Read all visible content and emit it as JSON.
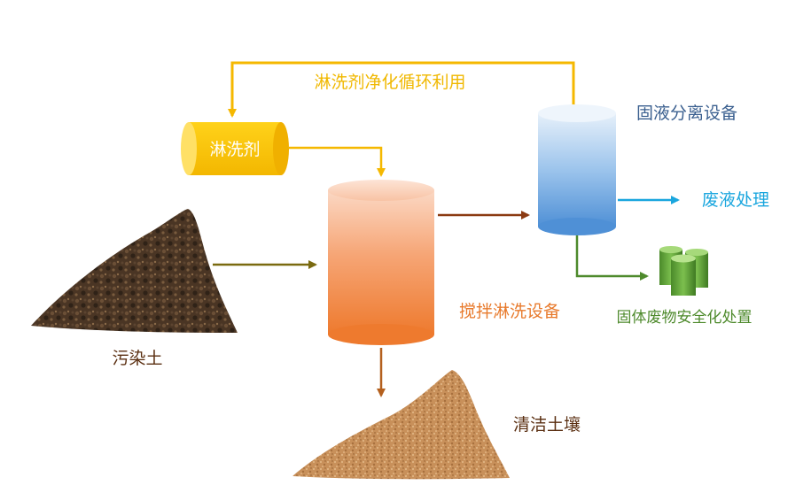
{
  "labels": {
    "loop": "淋洗剂净化循环利用",
    "agent": "淋洗剂",
    "separator": "固液分离设备",
    "wastewater": "废液处理",
    "mixer": "搅拌淋洗设备",
    "solid_waste": "固体废物安全化处置",
    "contaminated_soil": "污染土",
    "clean_soil": "清洁土壤"
  },
  "colors": {
    "yellow_flow": "#f5b800",
    "brown_flow": "#8b3a12",
    "olive_flow": "#7a6a10",
    "green_flow": "#4e8a2c",
    "blue_flow": "#1aa6de",
    "loop_text": "#f0b800",
    "separator_text": "#3a5f8f",
    "wastewater_text": "#1aa6de",
    "mixer_text": "#e87a2c",
    "solid_text": "#4e8a2c",
    "soil_text": "#5a2e10"
  }
}
